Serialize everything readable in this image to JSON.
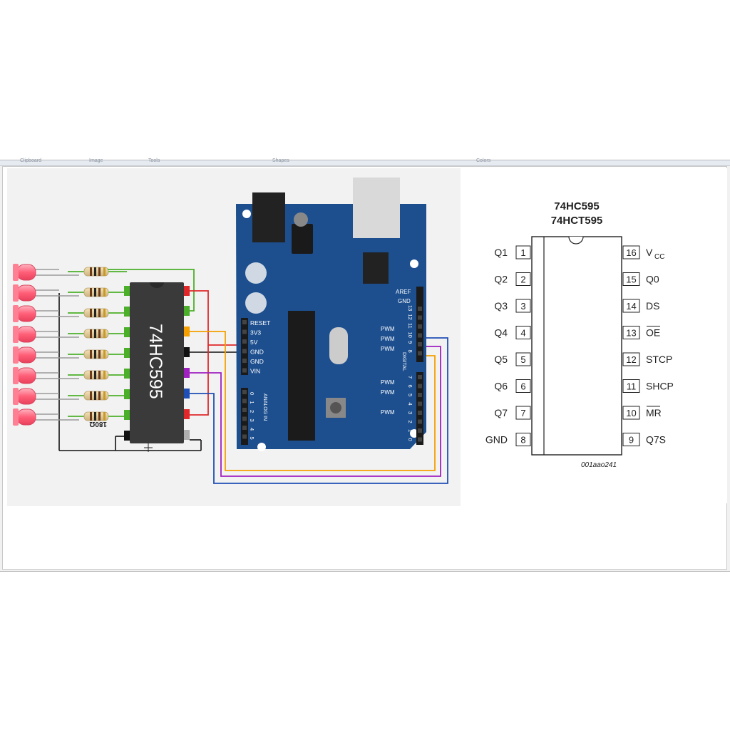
{
  "ribbon": {
    "groups": [
      "Clipboard",
      "Image",
      "Tools",
      "Shapes",
      "Colors"
    ]
  },
  "circuit": {
    "chip_label": "74HC595",
    "resistor_value": "180Ω",
    "arduino": {
      "power_pins": [
        "RESET",
        "3V3",
        "5V",
        "GND",
        "GND",
        "VIN"
      ],
      "analog_header_label": "ANALOG IN",
      "analog_pins": [
        "0",
        "1",
        "2",
        "3",
        "4",
        "5"
      ],
      "aref_label": "AREF",
      "gnd_label": "GND",
      "digital_label": "DIGITAL",
      "pwm_label": "PWM",
      "top_pin_numbers": [
        "13",
        "12",
        "11",
        "10",
        "9",
        "8"
      ],
      "bottom_pin_numbers": [
        "7",
        "6",
        "5",
        "4",
        "3",
        "2",
        "1",
        "0"
      ]
    },
    "led_color": "#ff5f78",
    "wire_colors": {
      "green": "#4caf2a",
      "red": "#e0282a",
      "orange": "#f5a000",
      "black": "#111111",
      "purple": "#a020c0",
      "blue": "#1f4fb4"
    }
  },
  "pinout": {
    "title_line1": "74HC595",
    "title_line2": "74HCT595",
    "left_pins": [
      {
        "name": "Q1",
        "num": "1"
      },
      {
        "name": "Q2",
        "num": "2"
      },
      {
        "name": "Q3",
        "num": "3"
      },
      {
        "name": "Q4",
        "num": "4"
      },
      {
        "name": "Q5",
        "num": "5"
      },
      {
        "name": "Q6",
        "num": "6"
      },
      {
        "name": "Q7",
        "num": "7"
      },
      {
        "name": "GND",
        "num": "8"
      }
    ],
    "right_pins": [
      {
        "name": "V",
        "sub": "CC",
        "num": "16"
      },
      {
        "name": "Q0",
        "num": "15"
      },
      {
        "name": "DS",
        "num": "14"
      },
      {
        "name": "OE",
        "num": "13",
        "overline": true
      },
      {
        "name": "STCP",
        "num": "12"
      },
      {
        "name": "SHCP",
        "num": "11"
      },
      {
        "name": "MR",
        "num": "10",
        "overline": true
      },
      {
        "name": "Q7S",
        "num": "9"
      }
    ],
    "footnote": "001aao241"
  }
}
